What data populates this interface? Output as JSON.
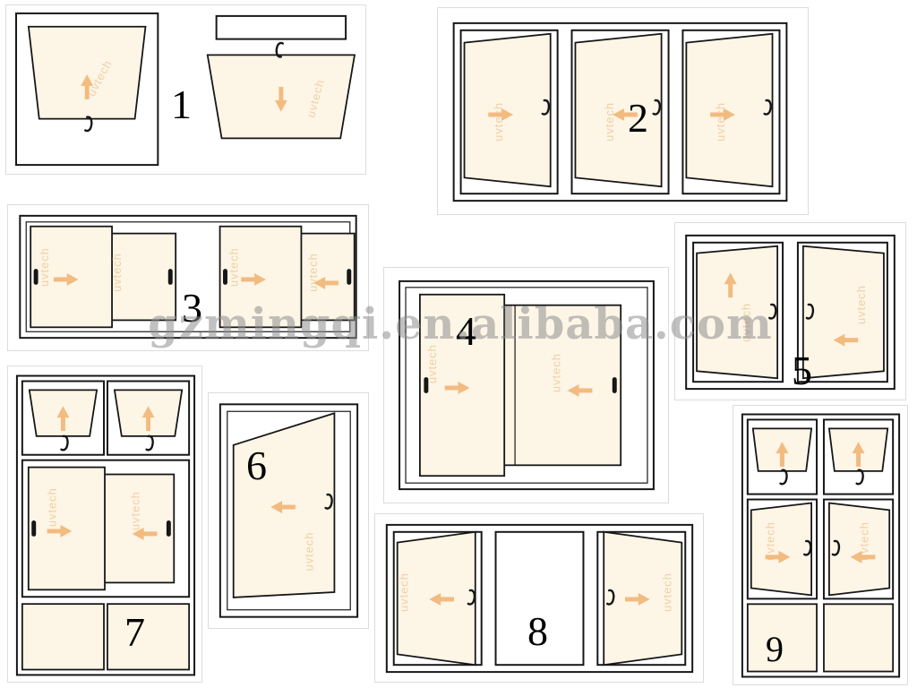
{
  "watermark": {
    "site_text": "gzmingqi.en.alibaba.com",
    "pane_brand_text": "uvtech"
  },
  "colors": {
    "pane_fill": "#fdf5e6",
    "frame_stroke": "#161616",
    "arrow": "#f2bb80",
    "brand_text": "#f0cf9f",
    "site_watermark": "#8f8f8f",
    "label_text": "#000000",
    "panel_border": "#dcdcdc",
    "handle": "#161616"
  },
  "panels": [
    {
      "label": "1"
    },
    {
      "label": "2"
    },
    {
      "label": "3"
    },
    {
      "label": "4"
    },
    {
      "label": "5"
    },
    {
      "label": "6"
    },
    {
      "label": "7"
    },
    {
      "label": "8"
    },
    {
      "label": "9"
    }
  ]
}
